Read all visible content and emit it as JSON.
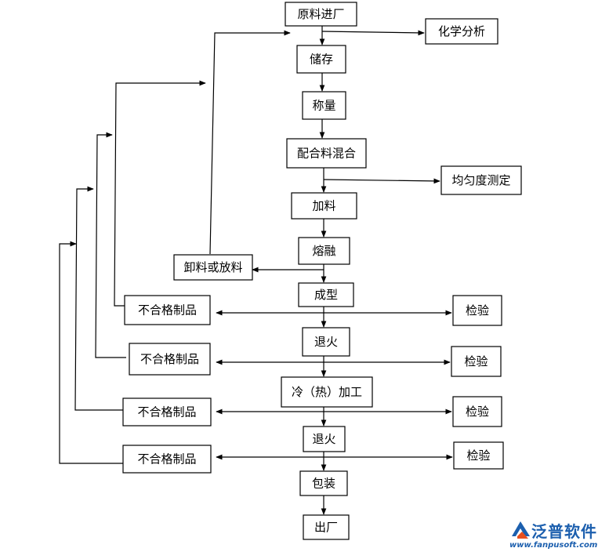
{
  "nodes": [
    {
      "id": "raw-material-in",
      "label": "原料进厂"
    },
    {
      "id": "chemical-analysis",
      "label": "化学分析"
    },
    {
      "id": "storage",
      "label": "储存"
    },
    {
      "id": "weighing",
      "label": "称量"
    },
    {
      "id": "batch-mixing",
      "label": "配合料混合"
    },
    {
      "id": "uniformity-test",
      "label": "均匀度测定"
    },
    {
      "id": "feeding",
      "label": "加料"
    },
    {
      "id": "melting",
      "label": "熔融"
    },
    {
      "id": "discharge",
      "label": "卸料或放料"
    },
    {
      "id": "forming",
      "label": "成型"
    },
    {
      "id": "reject-1",
      "label": "不合格制品"
    },
    {
      "id": "inspect-1",
      "label": "检验"
    },
    {
      "id": "annealing-1",
      "label": "退火"
    },
    {
      "id": "reject-2",
      "label": "不合格制品"
    },
    {
      "id": "inspect-2",
      "label": "检验"
    },
    {
      "id": "hot-cold-working",
      "label": "冷（热）加工"
    },
    {
      "id": "reject-3",
      "label": "不合格制品"
    },
    {
      "id": "inspect-3",
      "label": "检验"
    },
    {
      "id": "annealing-2",
      "label": "退火"
    },
    {
      "id": "reject-4",
      "label": "不合格制品"
    },
    {
      "id": "inspect-4",
      "label": "检验"
    },
    {
      "id": "packaging",
      "label": "包装"
    },
    {
      "id": "shipping",
      "label": "出厂"
    }
  ],
  "edges": [
    {
      "from": "raw-material-in",
      "to": "storage",
      "dir": "forward"
    },
    {
      "from": "raw-material-in",
      "to": "chemical-analysis",
      "dir": "forward"
    },
    {
      "from": "storage",
      "to": "weighing",
      "dir": "forward"
    },
    {
      "from": "weighing",
      "to": "batch-mixing",
      "dir": "forward"
    },
    {
      "from": "batch-mixing",
      "to": "feeding",
      "dir": "forward"
    },
    {
      "from": "batch-mixing",
      "to": "uniformity-test",
      "dir": "forward"
    },
    {
      "from": "feeding",
      "to": "melting",
      "dir": "forward"
    },
    {
      "from": "melting",
      "to": "forming",
      "dir": "forward"
    },
    {
      "from": "melting",
      "to": "discharge",
      "dir": "forward"
    },
    {
      "from": "discharge",
      "to": "raw-material-in",
      "dir": "forward"
    },
    {
      "from": "forming",
      "to": "annealing-1",
      "dir": "forward"
    },
    {
      "from": "annealing-1",
      "to": "hot-cold-working",
      "dir": "forward"
    },
    {
      "from": "hot-cold-working",
      "to": "annealing-2",
      "dir": "forward"
    },
    {
      "from": "annealing-2",
      "to": "packaging",
      "dir": "forward"
    },
    {
      "from": "packaging",
      "to": "shipping",
      "dir": "forward"
    },
    {
      "from": "reject-1",
      "to": "inspect-1",
      "dir": "both"
    },
    {
      "from": "reject-2",
      "to": "inspect-2",
      "dir": "both"
    },
    {
      "from": "reject-3",
      "to": "inspect-3",
      "dir": "both"
    },
    {
      "from": "reject-4",
      "to": "inspect-4",
      "dir": "both"
    },
    {
      "from": "reject-1",
      "to": "raw-material-in",
      "dir": "forward"
    },
    {
      "from": "reject-2",
      "to": "raw-material-in",
      "dir": "forward"
    },
    {
      "from": "reject-3",
      "to": "raw-material-in",
      "dir": "forward"
    },
    {
      "from": "reject-4",
      "to": "raw-material-in",
      "dir": "forward"
    }
  ],
  "logo": {
    "name": "泛普软件",
    "url": "www.fanpusoft.com",
    "color": "#1c5fae",
    "accent": "#e8501e"
  }
}
